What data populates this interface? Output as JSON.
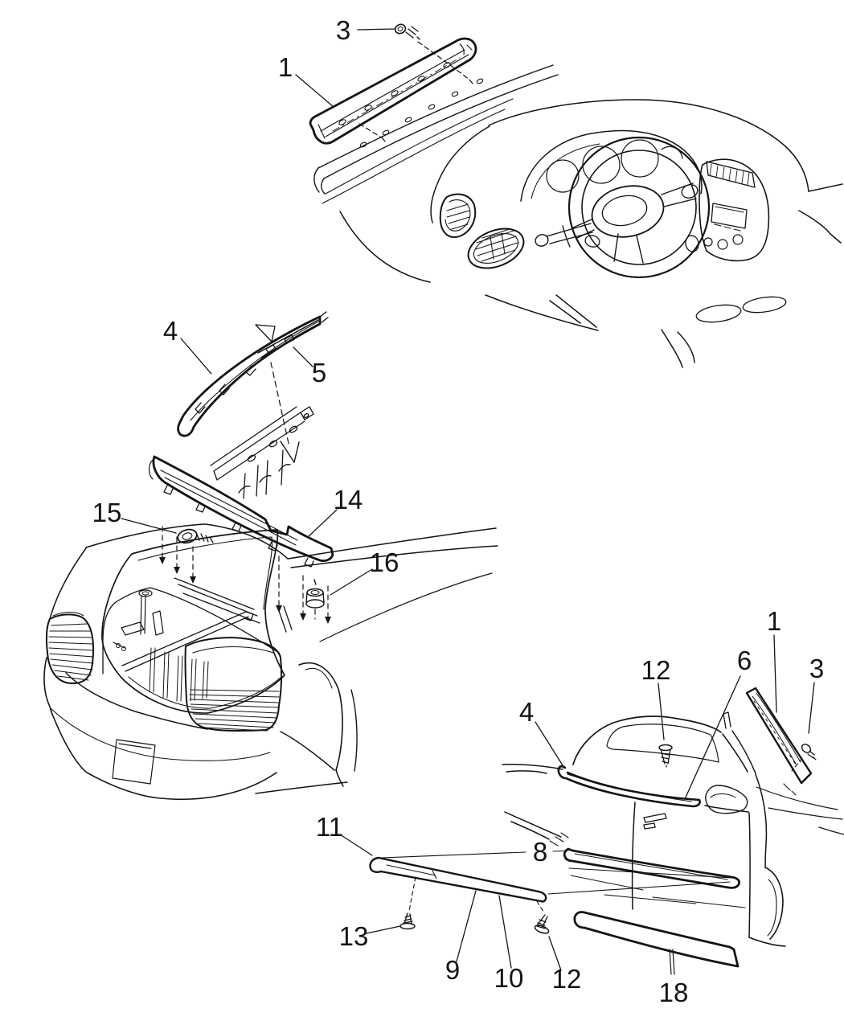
{
  "canvas": {
    "background": "#ffffff",
    "line_color": "#141414"
  },
  "callouts": [
    {
      "label": "3"
    },
    {
      "label": "1"
    },
    {
      "label": "4"
    },
    {
      "label": "5"
    },
    {
      "label": "14"
    },
    {
      "label": "15"
    },
    {
      "label": "16"
    },
    {
      "label": "1"
    },
    {
      "label": "6"
    },
    {
      "label": "3"
    },
    {
      "label": "12"
    },
    {
      "label": "4"
    },
    {
      "label": "11"
    },
    {
      "label": "8"
    },
    {
      "label": "13"
    },
    {
      "label": "9"
    },
    {
      "label": "10"
    },
    {
      "label": "12"
    },
    {
      "label": "18"
    }
  ]
}
